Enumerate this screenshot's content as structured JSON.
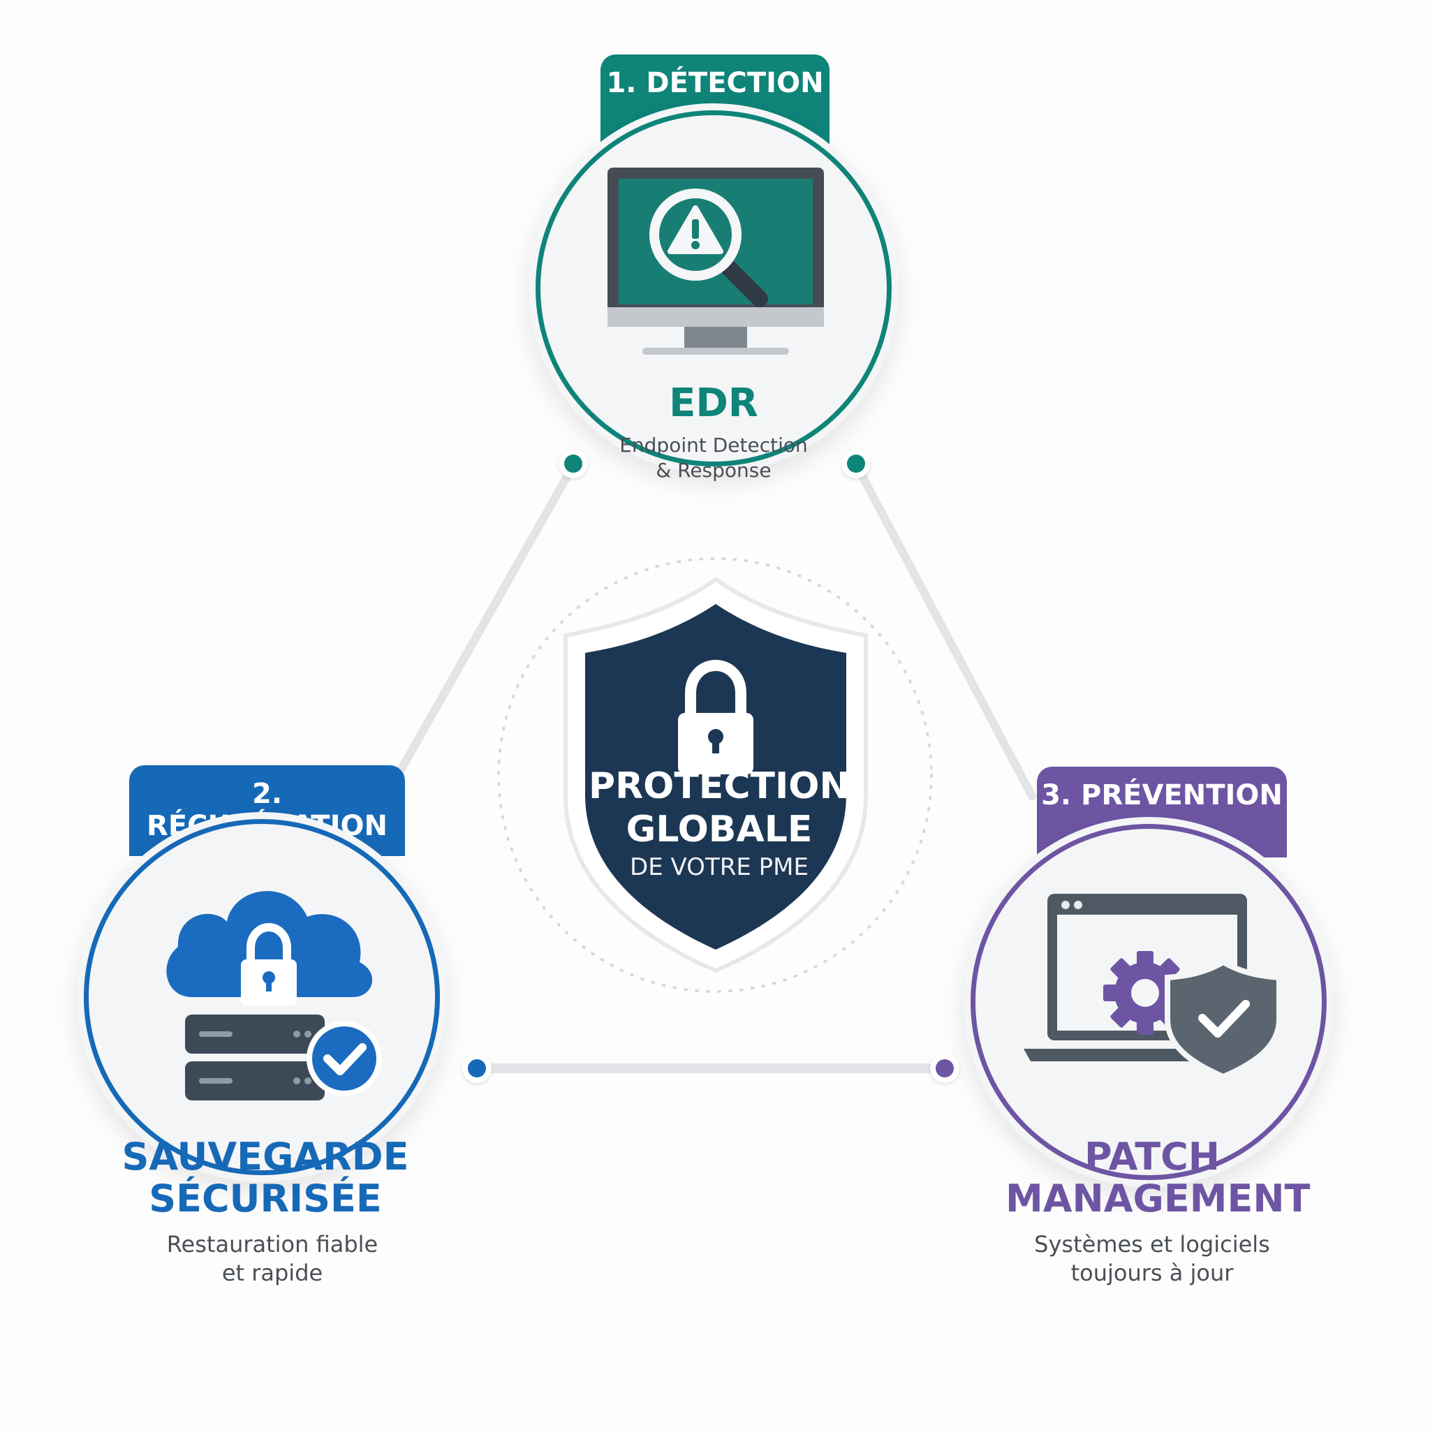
{
  "colors": {
    "teal": "#0f8479",
    "blue": "#1669b7",
    "purple": "#6d55a3",
    "navy": "#1c3753",
    "gray": "#5b6570",
    "connector": "#e2e4e7"
  },
  "center": {
    "title_line1": "PROTECTION",
    "title_line2": "GLOBALE",
    "subtitle": "DE VOTRE PME",
    "icon": "padlock-icon"
  },
  "nodes": {
    "detection": {
      "tab": "1. DÉTECTION",
      "title": "EDR",
      "subtitle_line1": "Endpoint Detection",
      "subtitle_line2": "& Response",
      "icon": "monitor-magnifier-alert-icon"
    },
    "recuperation": {
      "tab": "2. RÉCUPÉRATION",
      "title_line1": "SAUVEGARDE",
      "title_line2": "SÉCURISÉE",
      "subtitle_line1": "Restauration fiable",
      "subtitle_line2": "et rapide",
      "icon": "cloud-lock-server-icon"
    },
    "prevention": {
      "tab": "3. PRÉVENTION",
      "title_line1": "PATCH",
      "title_line2": "MANAGEMENT",
      "subtitle_line1": "Systèmes et logiciels",
      "subtitle_line2": "toujours à jour",
      "icon": "laptop-gear-shield-icon"
    }
  }
}
